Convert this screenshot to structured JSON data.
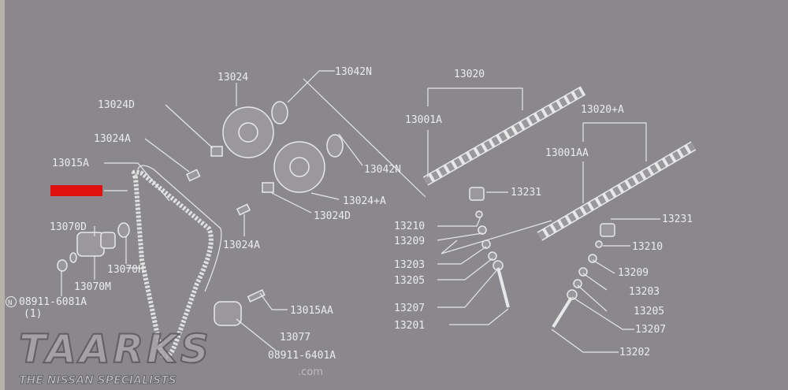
{
  "diagram": {
    "labels": {
      "l13024": "13024",
      "l13042N_top": "13042N",
      "l13020": "13020",
      "l13024D_top": "13024D",
      "l13001A": "13001A",
      "l13020A": "13020+A",
      "l13024A_top": "13024A",
      "l13001AA": "13001AA",
      "l13015A": "13015A",
      "l13042N": "13042N",
      "l13231_a": "13231",
      "l13024A_plus": "13024+A",
      "l13024D": "13024D",
      "l13231_b": "13231",
      "l13070D": "13070D",
      "l13210_a": "13210",
      "l13209_a": "13209",
      "l13210_b": "13210",
      "l13024A": "13024A",
      "l13070H": "13070H",
      "l13203_a": "13203",
      "l13209_b": "13209",
      "l13205_a": "13205",
      "l13070M": "13070M",
      "l13203_b": "13203",
      "l08911_6081A": "08911-6081A",
      "l08911_qty": "(1)",
      "l13207_a": "13207",
      "l13205_b": "13205",
      "l13015AA": "13015AA",
      "l13201": "13201",
      "l13207_b": "13207",
      "l13077": "13077",
      "l08911_6401A": "08911-6401A",
      "l13202": "13202",
      "n_symbol": "N"
    },
    "highlight_color": "#e01010"
  },
  "watermark": {
    "brand": "TAARKS",
    "tagline": "THE NISSAN SPECIALISTS",
    "domain": ".com"
  }
}
